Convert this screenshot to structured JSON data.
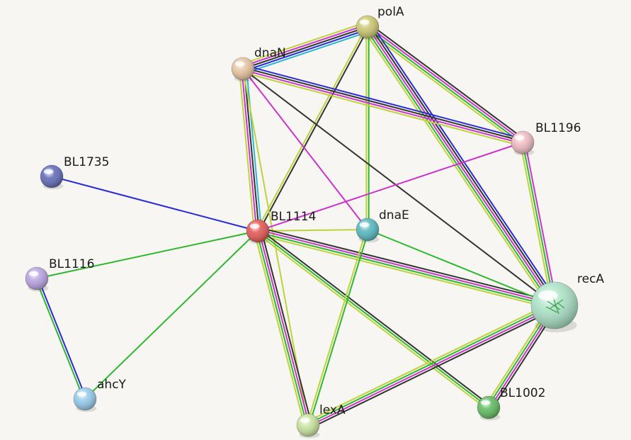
{
  "network": {
    "nodes": [
      {
        "id": "polA",
        "label": "polA",
        "color": "#c9c46a"
      },
      {
        "id": "dnaN",
        "label": "dnaN",
        "color": "#e7c19c"
      },
      {
        "id": "BL1196",
        "label": "BL1196",
        "color": "#efb9bf"
      },
      {
        "id": "BL1735",
        "label": "BL1735",
        "color": "#5a64b4"
      },
      {
        "id": "BL1114",
        "label": "BL1114",
        "color": "#e2504c"
      },
      {
        "id": "dnaE",
        "label": "dnaE",
        "color": "#4fb5bd"
      },
      {
        "id": "BL1116",
        "label": "BL1116",
        "color": "#b59fe0"
      },
      {
        "id": "recA",
        "label": "recA",
        "color": "#a8e2c4"
      },
      {
        "id": "ahcY",
        "label": "ahcY",
        "color": "#8fc8ea"
      },
      {
        "id": "lexA",
        "label": "lexA",
        "color": "#c6e29a"
      },
      {
        "id": "BL1002",
        "label": "BL1002",
        "color": "#5ab85a"
      }
    ],
    "evidence_colors": {
      "cyan": "#2db7d6",
      "blue": "#2a2ad6",
      "black": "#333333",
      "magenta": "#cc33cc",
      "green": "#2db82d",
      "yellow": "#bcd43a"
    },
    "edges": [
      {
        "source": "polA",
        "target": "dnaN",
        "channels": [
          "cyan",
          "blue",
          "black",
          "magenta",
          "yellow"
        ]
      },
      {
        "source": "polA",
        "target": "BL1196",
        "channels": [
          "black",
          "magenta",
          "green",
          "yellow"
        ]
      },
      {
        "source": "polA",
        "target": "BL1114",
        "channels": [
          "black",
          "yellow"
        ]
      },
      {
        "source": "polA",
        "target": "dnaE",
        "channels": [
          "green",
          "yellow"
        ]
      },
      {
        "source": "polA",
        "target": "recA",
        "channels": [
          "blue",
          "black",
          "magenta",
          "green",
          "yellow"
        ]
      },
      {
        "source": "dnaN",
        "target": "BL1196",
        "channels": [
          "blue",
          "black",
          "magenta",
          "yellow"
        ]
      },
      {
        "source": "dnaN",
        "target": "BL1114",
        "channels": [
          "cyan",
          "black",
          "magenta",
          "yellow"
        ]
      },
      {
        "source": "dnaN",
        "target": "dnaE",
        "channels": [
          "magenta"
        ]
      },
      {
        "source": "dnaN",
        "target": "recA",
        "channels": [
          "black"
        ]
      },
      {
        "source": "dnaN",
        "target": "lexA",
        "channels": [
          "yellow"
        ]
      },
      {
        "source": "BL1196",
        "target": "BL1114",
        "channels": [
          "magenta"
        ]
      },
      {
        "source": "BL1196",
        "target": "recA",
        "channels": [
          "magenta",
          "green",
          "yellow"
        ]
      },
      {
        "source": "BL1735",
        "target": "BL1114",
        "channels": [
          "blue"
        ]
      },
      {
        "source": "BL1114",
        "target": "dnaE",
        "channels": [
          "yellow"
        ]
      },
      {
        "source": "BL1114",
        "target": "BL1116",
        "channels": [
          "green"
        ]
      },
      {
        "source": "BL1114",
        "target": "ahcY",
        "channels": [
          "green"
        ]
      },
      {
        "source": "BL1114",
        "target": "recA",
        "channels": [
          "black",
          "magenta",
          "green",
          "yellow"
        ]
      },
      {
        "source": "BL1114",
        "target": "lexA",
        "channels": [
          "black",
          "magenta",
          "green",
          "yellow"
        ]
      },
      {
        "source": "BL1114",
        "target": "BL1002",
        "channels": [
          "black",
          "green",
          "yellow"
        ]
      },
      {
        "source": "dnaE",
        "target": "recA",
        "channels": [
          "green"
        ]
      },
      {
        "source": "dnaE",
        "target": "lexA",
        "channels": [
          "green",
          "yellow"
        ]
      },
      {
        "source": "BL1116",
        "target": "ahcY",
        "channels": [
          "blue",
          "green"
        ]
      },
      {
        "source": "recA",
        "target": "lexA",
        "channels": [
          "black",
          "magenta",
          "green",
          "yellow"
        ]
      },
      {
        "source": "recA",
        "target": "BL1002",
        "channels": [
          "black",
          "magenta",
          "green",
          "yellow"
        ]
      }
    ]
  }
}
